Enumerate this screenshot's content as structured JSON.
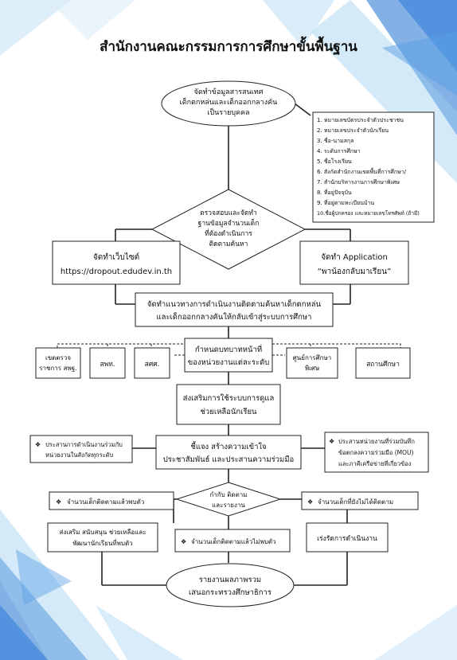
{
  "title": "สำนักงานคณะกรรมการการศึกษาขั้นพื้นฐาน",
  "nodes": {
    "start": [
      "จัดทำข้อมูลสารสนเทศ",
      "เด็กตกหล่นและเด็กออกกลางคัน",
      "เป็นรายบุคคล"
    ],
    "data_fields": [
      "1.  หมายเลขบัตรประจำตัวประชาชน",
      "2.  หมายเลขประจำตัวนักเรียน",
      "3.  ชื่อ-นามสกุล",
      "4.  ระดับการศึกษา",
      "5.  ชื่อโรงเรียน",
      "6.  สังกัดสำนักงานเขตพื้นที่การศึกษา/",
      "7.  สำนักบริหารงานการศึกษาพิเศษ",
      "8.  ที่อยู่ปัจจุบัน",
      "9.  ที่อยู่ตามทะเบียนบ้าน",
      "10.ชื่อผู้ปกครอง และหมายเลขโทรศัพท์ (ถ้ามี)"
    ],
    "verify": [
      "ตรวจสอบและจัดทำ",
      "ฐานข้อมูลจำนวนเด็ก",
      "ที่ต้องดำเนินการ",
      "ติดตามค้นหา"
    ],
    "website": [
      "จัดทำเว็บไซต์",
      "https://dropout.edudev.in.th"
    ],
    "app": [
      "จัดทำ Application",
      "“พาน้องกลับมาเรียน”"
    ],
    "guideline": [
      "จัดทำแนวทางการดำเนินงานติดตามค้นหาเด็กตกหล่น",
      "และเด็กออกกลางคันให้กลับเข้าสู่ระบบการศึกษา"
    ],
    "roles": [
      "กำหนดบทบาทหน้าที่",
      "ของหน่วยงานแต่ละระดับ"
    ],
    "agencies_left": [
      [
        "เขตตรวจ",
        "ราชการ สพฐ."
      ],
      [
        "สพท."
      ],
      [
        "สศศ."
      ]
    ],
    "agencies_right": [
      [
        "ศูนย์การศึกษา",
        "พิเศษ"
      ],
      [
        "สถานศึกษา"
      ]
    ],
    "support": [
      "ส่งเสริมการใช้ระบบการดูแล",
      "ช่วยเหลือนักเรียน"
    ],
    "clarify": [
      "ชี้แจง สร้างความเข้าใจ",
      "ประชาสัมพันธ์ และประสานความร่วมมือ"
    ],
    "coord_left": [
      "ประสานการดำเนินงานร่วมกับ",
      "หน่วยงานในสังกัดทุกระดับ"
    ],
    "coord_right": [
      "ประสานหน่วยงานที่ร่วมบันทึก",
      "ข้อตกลงความร่วมมือ (MOU)",
      "และภาคีเครือข่ายที่เกี่ยวข้อง"
    ],
    "monitor": [
      "กำกับ ติดตาม",
      "และรายงาน"
    ],
    "found": [
      "จำนวนเด็กติดตามแล้วพบตัว"
    ],
    "not_tracked": [
      "จำนวนเด็กที่ยังไม่ได้ติดตาม"
    ],
    "not_found": [
      "จำนวนเด็กติดตามแล้วไม่พบตัว"
    ],
    "help": [
      "ส่งเสริม สนับสนุน ช่วยเหลือและ",
      "พัฒนานักเรียนที่พบตัว"
    ],
    "accelerate": [
      "เร่งรัดการดำเนินงาน"
    ],
    "report": [
      "รายงานผลภาพรวม",
      "เสนอกระทรวงศึกษาธิการ"
    ]
  },
  "bullet": "❖",
  "colors": {
    "line": "#222222",
    "box_fill": "#ffffff",
    "bg_blue": "#1e6fd0",
    "bg_light": "#9fd0f0"
  }
}
